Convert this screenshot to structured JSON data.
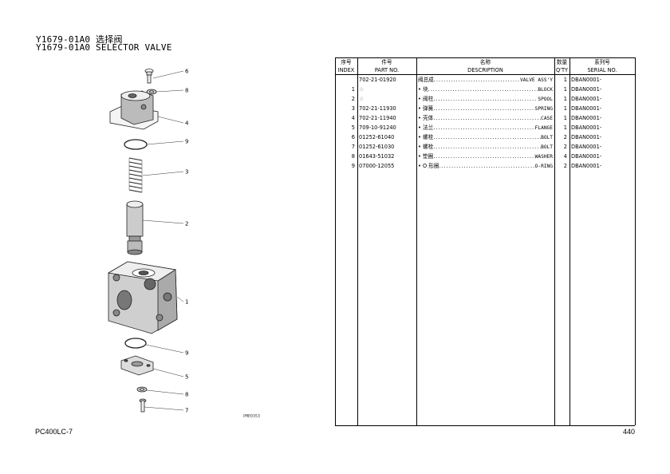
{
  "header": {
    "title_cn": "Y1679-01A0 选择阀",
    "title_en": "Y1679-01A0 SELECTOR VALVE"
  },
  "table": {
    "columns": [
      {
        "cn": "序号",
        "en": "INDEX"
      },
      {
        "cn": "件号",
        "en": "PART NO."
      },
      {
        "cn": "名称",
        "en": "DESCRIPTION"
      },
      {
        "cn": "数量",
        "en": "Q'TY"
      },
      {
        "cn": "系列号",
        "en": "SERIAL NO."
      }
    ],
    "rows": [
      {
        "index": "",
        "part_no": "702-21-01920",
        "desc_cn": "阀总成",
        "desc_en": "VALVE ASS'Y",
        "qty": "1",
        "serial": "DBAN0001-"
      },
      {
        "index": "1",
        "part_no": "☆",
        "desc_cn": "• 块",
        "desc_en": "BLOCK",
        "qty": "1",
        "serial": "DBAN0001-"
      },
      {
        "index": "2",
        "part_no": "☆",
        "desc_cn": "• 阀柱",
        "desc_en": "SPOOL",
        "qty": "1",
        "serial": "DBAN0001-"
      },
      {
        "index": "3",
        "part_no": "702-21-11930",
        "desc_cn": "• 弹簧",
        "desc_en": "SPRING",
        "qty": "1",
        "serial": "DBAN0001-"
      },
      {
        "index": "4",
        "part_no": "702-21-11940",
        "desc_cn": "• 壳体",
        "desc_en": "CASE",
        "qty": "1",
        "serial": "DBAN0001-"
      },
      {
        "index": "5",
        "part_no": "709-10-91240",
        "desc_cn": "• 法兰",
        "desc_en": "FLANGE",
        "qty": "1",
        "serial": "DBAN0001-"
      },
      {
        "index": "6",
        "part_no": "01252-61040",
        "desc_cn": "• 螺栓",
        "desc_en": "BOLT",
        "qty": "2",
        "serial": "DBAN0001-"
      },
      {
        "index": "7",
        "part_no": "01252-61030",
        "desc_cn": "• 螺栓",
        "desc_en": "BOLT",
        "qty": "2",
        "serial": "DBAN0001-"
      },
      {
        "index": "8",
        "part_no": "01643-51032",
        "desc_cn": "• 垫圈",
        "desc_en": "WASHER",
        "qty": "4",
        "serial": "DBAN0001-"
      },
      {
        "index": "9",
        "part_no": "07000-12055",
        "desc_cn": "• O 形圈",
        "desc_en": "O-RING",
        "qty": "2",
        "serial": "DBAN0001-"
      }
    ]
  },
  "diagram": {
    "callouts": [
      "6",
      "8",
      "4",
      "9",
      "3",
      "2",
      "1",
      "9",
      "5",
      "8",
      "7"
    ],
    "drawing_id": "PME0353"
  },
  "footer": {
    "model": "PC400LC-7",
    "page": "440"
  }
}
